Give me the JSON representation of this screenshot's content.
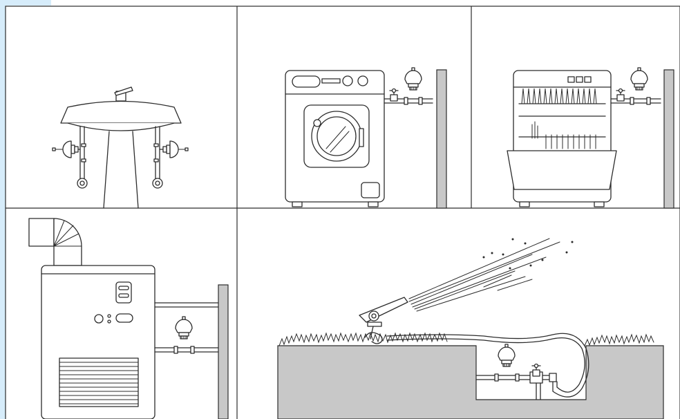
{
  "figure": {
    "panels": [
      {
        "id": "washbasin",
        "appliance": "wash-basin"
      },
      {
        "id": "washing-machine",
        "appliance": "washing-machine"
      },
      {
        "id": "dishwasher",
        "appliance": "dishwasher"
      },
      {
        "id": "boiler",
        "appliance": "boiler"
      },
      {
        "id": "garden-sprinkler",
        "appliance": "pop-up-sprinkler"
      }
    ],
    "colors": {
      "line": "#2b2b2b",
      "wall": "#c8c8c8",
      "accent_strip": "#d6ecfa",
      "background": "#ffffff"
    }
  }
}
